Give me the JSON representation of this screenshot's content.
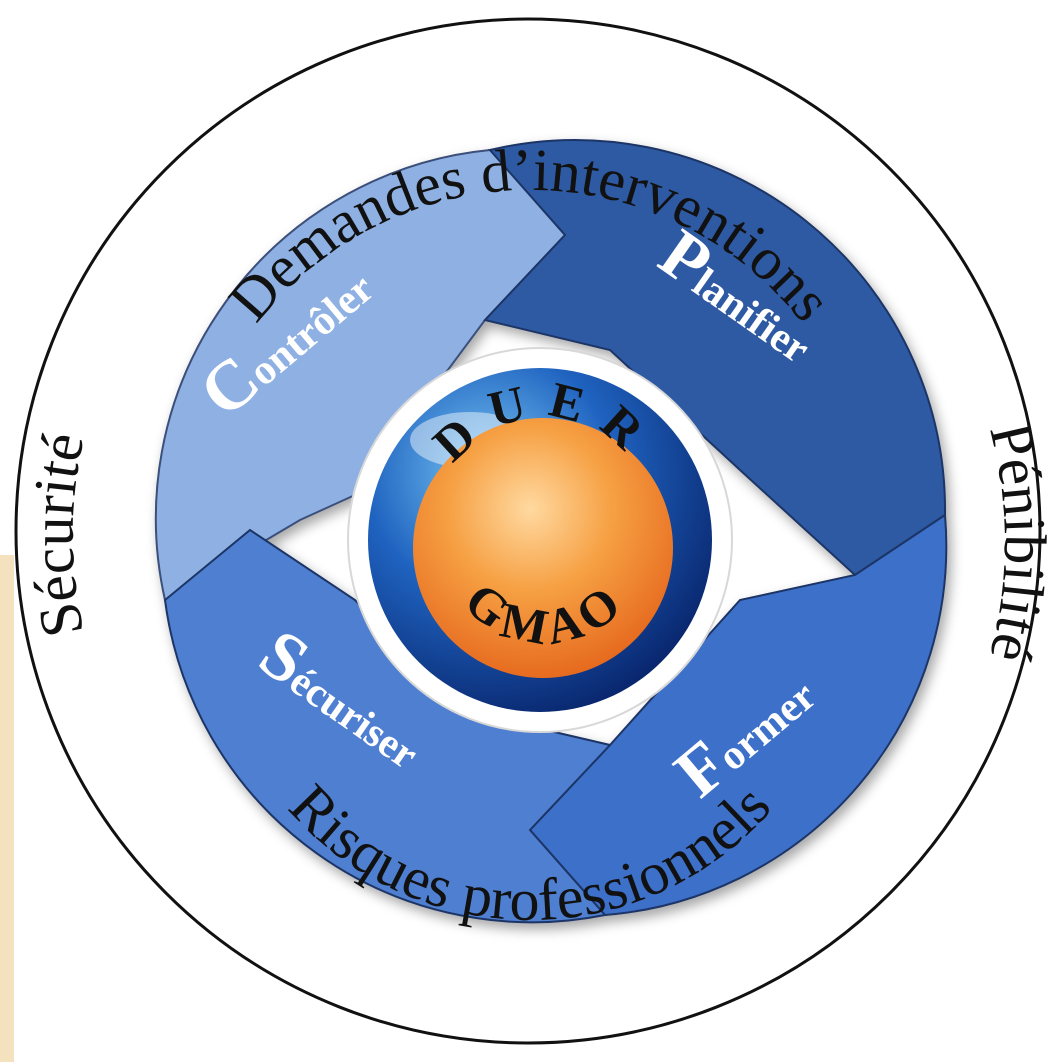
{
  "diagram": {
    "outer_ring_labels": {
      "top": "Demandes d’interventions",
      "left": "Sécurité",
      "right": "Pénibilité",
      "bottom": "Risques professionnels"
    },
    "segments": [
      {
        "initial": "C",
        "rest": "ontrôler",
        "color": "#8fb0e3"
      },
      {
        "initial": "P",
        "rest": "lanifier",
        "color": "#2f5aa3"
      },
      {
        "initial": "F",
        "rest": "ormer",
        "color": "#3d6fc9"
      },
      {
        "initial": "S",
        "rest": "écuriser",
        "color": "#4f7fd0"
      }
    ],
    "core": {
      "top_text": "DUER",
      "bottom_text": "GMAO",
      "core_color": "#f08a2a",
      "ring_color": "#0a2a7a"
    }
  }
}
